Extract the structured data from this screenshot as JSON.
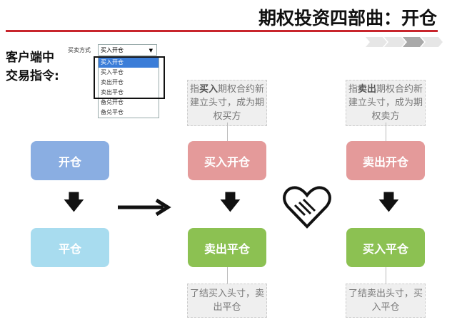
{
  "title": "期权投资四部曲：开仓",
  "left_label": [
    "客户端中",
    "交易指令:"
  ],
  "trade_mode": {
    "label": "买卖方式",
    "selected": "买入开仓",
    "options": [
      "买入开仓",
      "买入平仓",
      "卖出开仓",
      "卖出平仓",
      "备兑开仓",
      "备兑平仓"
    ]
  },
  "basic": {
    "open": "开仓",
    "close": "平仓"
  },
  "buy": {
    "note_top": {
      "pre": "指",
      "em": "买入",
      "post": "期权合约新建立头寸，成为期权买方"
    },
    "open": "买入开仓",
    "close": "卖出平仓",
    "note_bottom": "了结买入头寸，卖出平仓"
  },
  "sell": {
    "note_top": {
      "pre": "指",
      "em": "卖出",
      "post": "期权合约新建立头寸，成为期权卖方"
    },
    "open": "卖出开仓",
    "close": "买入平仓",
    "note_bottom": "了结卖出头寸，买入平仓"
  },
  "colors": {
    "blue": "#8aaee2",
    "cyan": "#a8dcef",
    "red": "#e49a9a",
    "green": "#8cc152",
    "accent": "#c8252c"
  }
}
